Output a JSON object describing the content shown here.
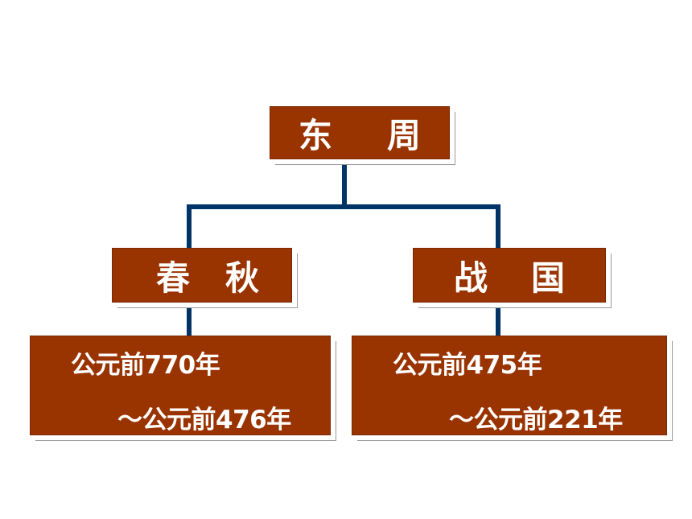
{
  "root": {
    "char1": "东",
    "char2": "周"
  },
  "branches": [
    {
      "char1": "春",
      "char2": "秋",
      "date_line1": "公元前770年",
      "date_line2": "～公元前476年"
    },
    {
      "char1": "战",
      "char2": "国",
      "date_line1": "公元前475年",
      "date_line2": "～公元前221年"
    }
  ],
  "colors": {
    "box_fill": "#993300",
    "box_text": "#ffffff",
    "connector": "#003366"
  }
}
